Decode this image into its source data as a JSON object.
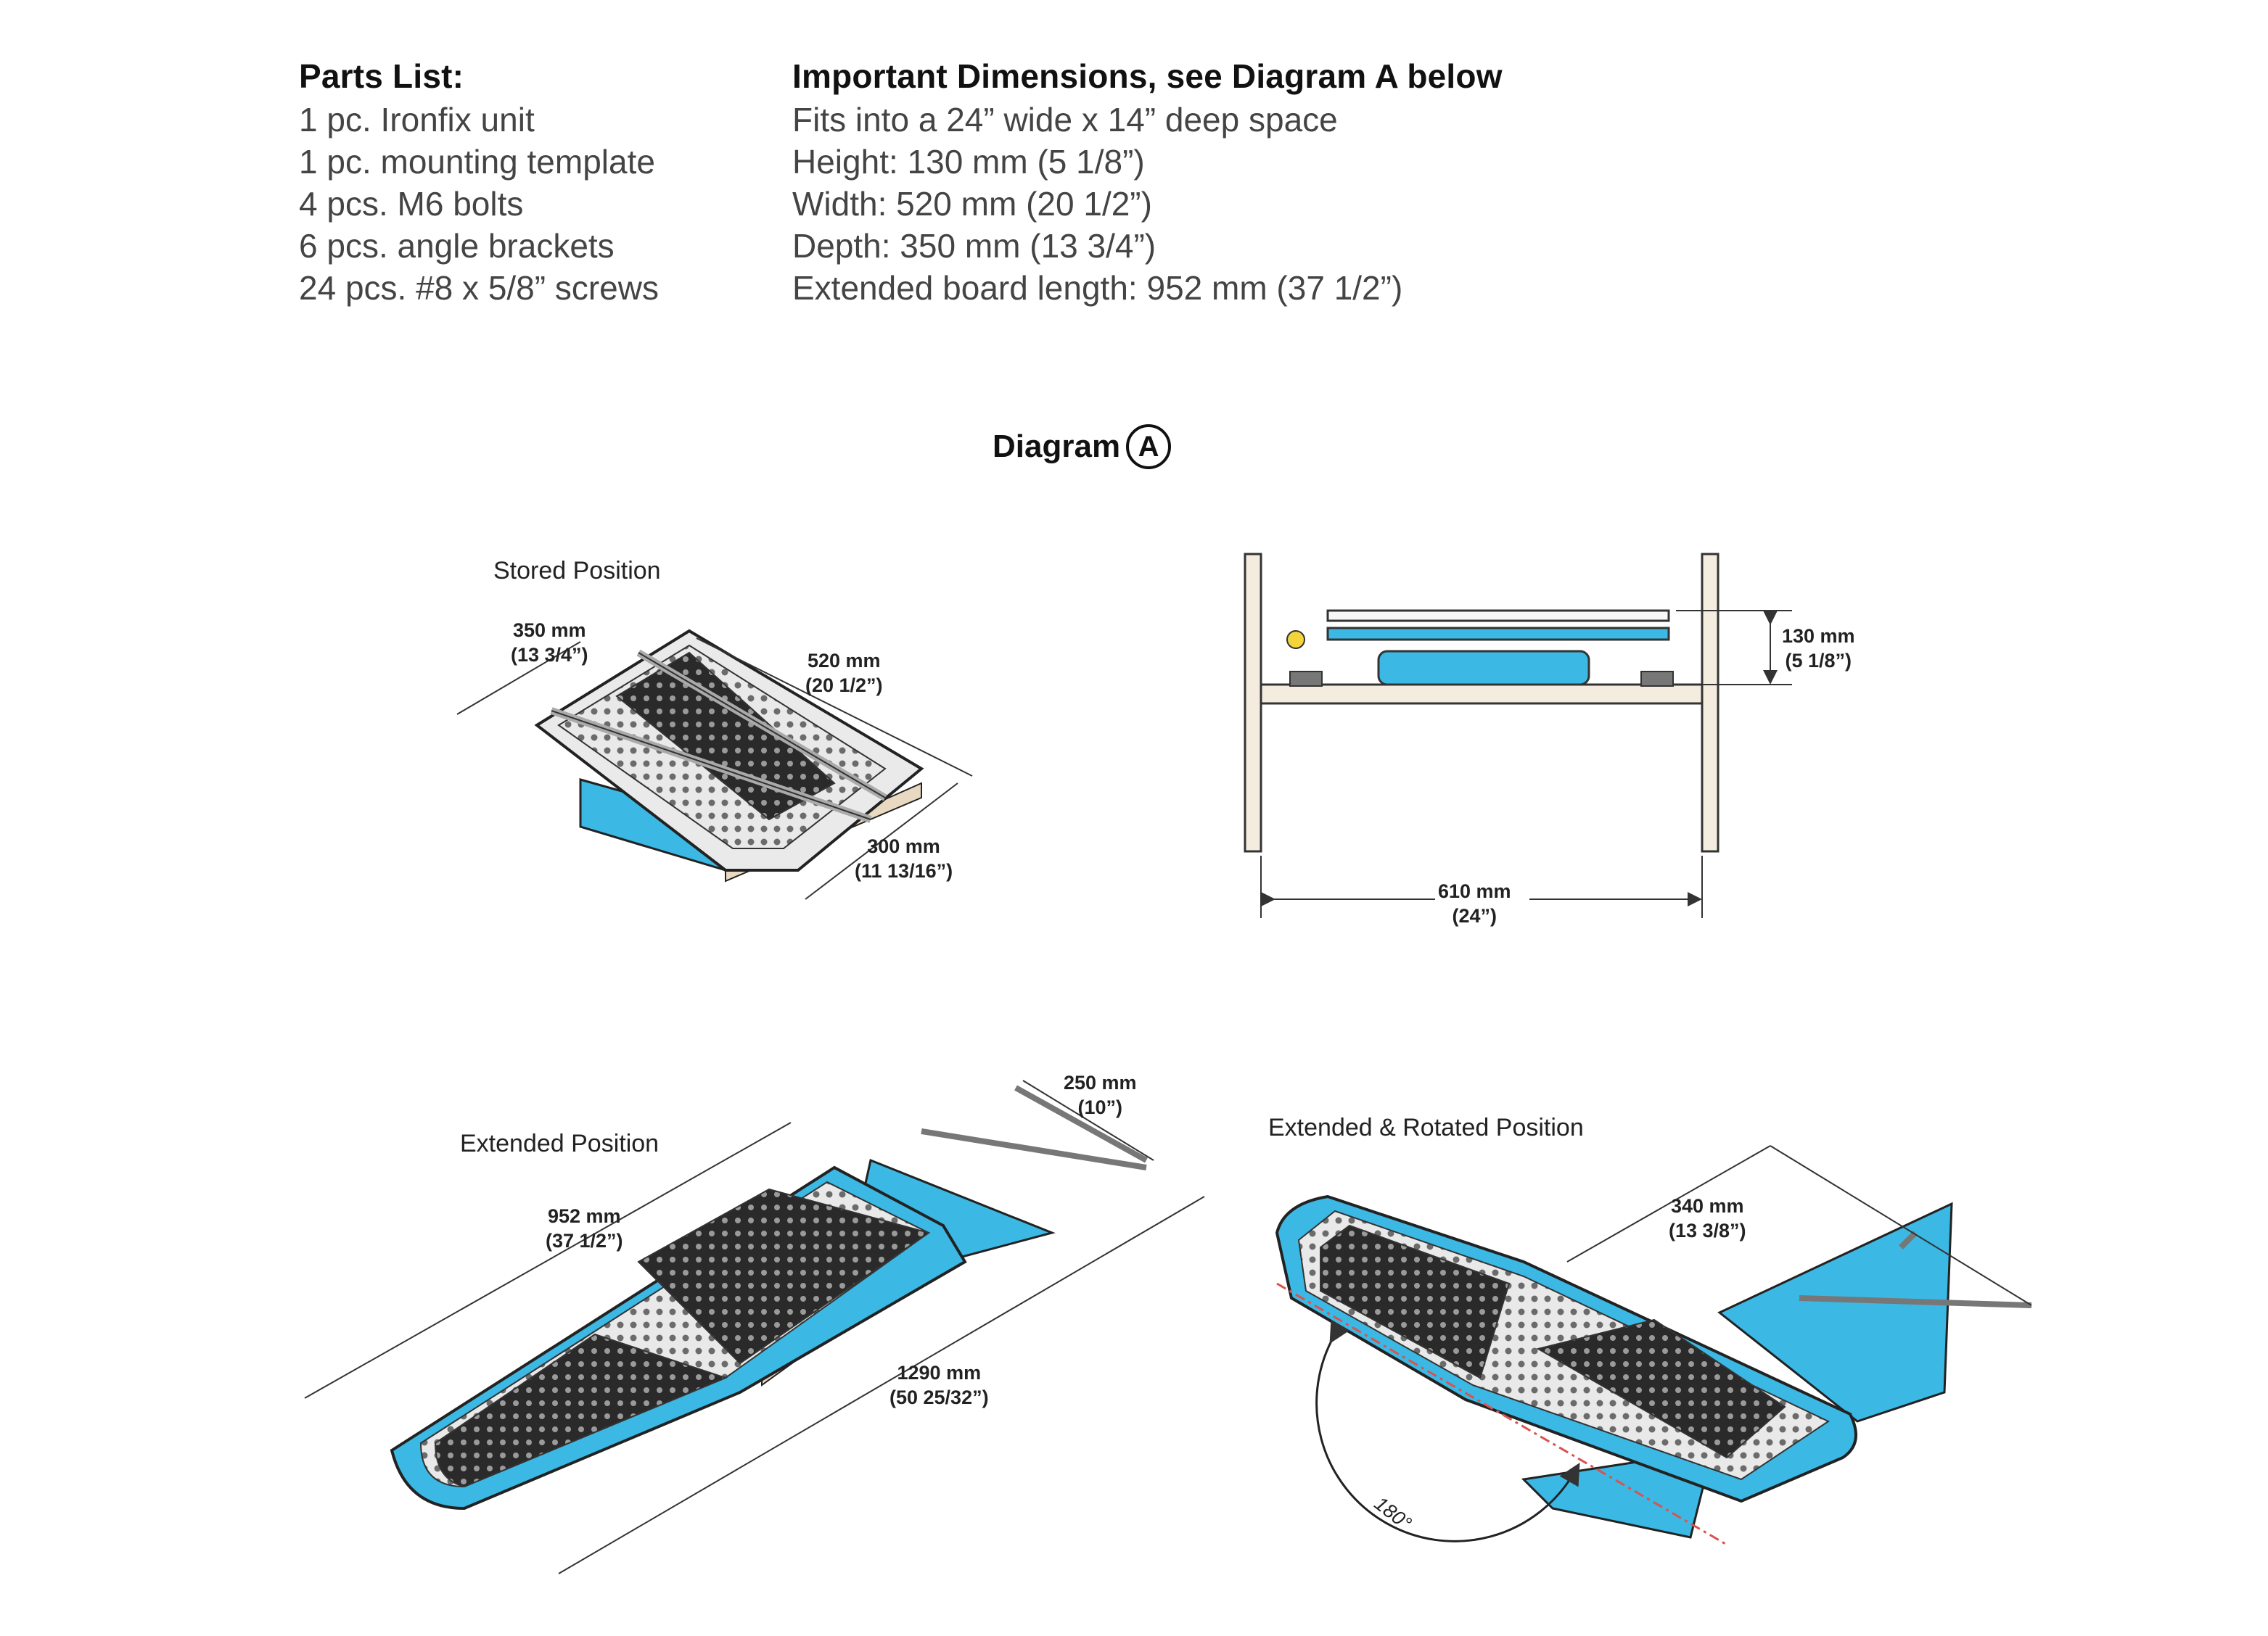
{
  "parts_list": {
    "heading": "Parts List:",
    "items": [
      "1 pc. Ironfix unit",
      "1 pc. mounting template",
      "4 pcs. M6 bolts",
      "6 pcs. angle brackets",
      "24 pcs. #8 x 5/8” screws"
    ]
  },
  "dimensions": {
    "heading": "Important Dimensions, see Diagram A below",
    "items": [
      "Fits into a 24” wide x 14” deep space",
      "Height: 130 mm (5 1/8”)",
      "Width: 520 mm (20 1/2”)",
      "Depth: 350 mm (13 3/4”)",
      "Extended board length: 952 mm (37 1/2”)"
    ]
  },
  "diagram": {
    "title": "Diagram",
    "badge": "A",
    "views": {
      "stored": {
        "label": "Stored Position",
        "dims": [
          {
            "mm": "350 mm",
            "in": "(13 3/4”)"
          },
          {
            "mm": "520 mm",
            "in": "(20 1/2”)"
          },
          {
            "mm": "300 mm",
            "in": "(11 13/16”)"
          }
        ]
      },
      "side": {
        "dims": [
          {
            "mm": "130 mm",
            "in": "(5 1/8”)"
          },
          {
            "mm": "610 mm",
            "in": "(24”)"
          }
        ]
      },
      "extended": {
        "label": "Extended Position",
        "dims": [
          {
            "mm": "250 mm",
            "in": "(10”)"
          },
          {
            "mm": "952 mm",
            "in": "(37 1/2”)"
          },
          {
            "mm": "1290 mm",
            "in": "(50 25/32”)"
          }
        ]
      },
      "rotated": {
        "label": "Extended & Rotated Position",
        "dims": [
          {
            "mm": "340 mm",
            "in": "(13 3/8”)"
          }
        ],
        "angle": "180°"
      }
    }
  },
  "colors": {
    "accent_blue": "#3bb8e4",
    "board_dark": "#2a2a2a",
    "wood": "#ead9c2",
    "line": "#333333",
    "red_axis": "#d9534f"
  }
}
